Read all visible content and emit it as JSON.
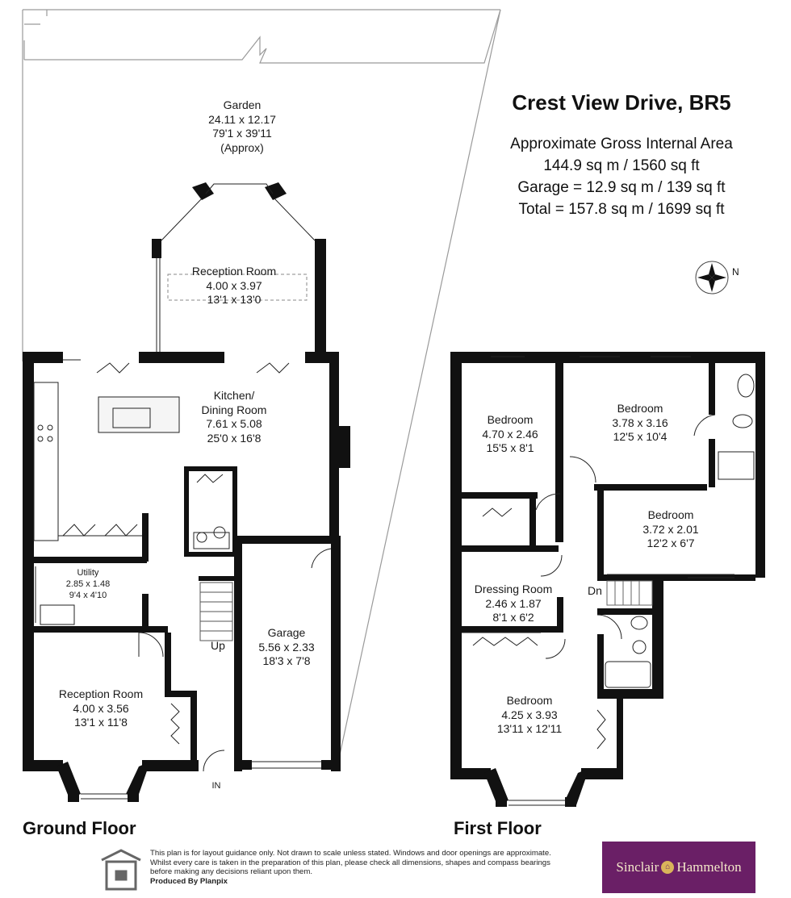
{
  "header": {
    "title": "Crest View Drive, BR5",
    "area_label": "Approximate Gross Internal Area",
    "area_value": "144.9 sq m / 1560 sq ft",
    "garage": "Garage =  12.9 sq m / 139 sq ft",
    "total": "Total = 157.8 sq m / 1699 sq ft"
  },
  "compass": {
    "north_label": "N"
  },
  "garden": {
    "name": "Garden",
    "metric": "24.11 x 12.17",
    "imperial": "79'1 x 39'11",
    "note": "(Approx)"
  },
  "ground_floor": {
    "label": "Ground Floor",
    "reception_rear": {
      "name": "Reception Room",
      "metric": "4.00 x 3.97",
      "imperial": "13'1 x 13'0"
    },
    "kitchen": {
      "name1": "Kitchen/",
      "name2": "Dining Room",
      "metric": "7.61 x 5.08",
      "imperial": "25'0 x 16'8"
    },
    "utility": {
      "name": "Utility",
      "metric": "2.85 x 1.48",
      "imperial": "9'4 x 4'10"
    },
    "garage": {
      "name": "Garage",
      "metric": "5.56 x 2.33",
      "imperial": "18'3 x 7'8"
    },
    "reception_front": {
      "name": "Reception Room",
      "metric": "4.00 x 3.56",
      "imperial": "13'1 x 11'8"
    },
    "stairs_label": "Up",
    "entrance_label": "IN"
  },
  "first_floor": {
    "label": "First Floor",
    "bedroom_a": {
      "name": "Bedroom",
      "metric": "4.70 x 2.46",
      "imperial": "15'5 x 8'1"
    },
    "bedroom_b": {
      "name": "Bedroom",
      "metric": "3.78 x 3.16",
      "imperial": "12'5 x 10'4"
    },
    "bedroom_c": {
      "name": "Bedroom",
      "metric": "3.72 x 2.01",
      "imperial": "12'2 x 6'7"
    },
    "dressing": {
      "name": "Dressing Room",
      "metric": "2.46 x 1.87",
      "imperial": "8'1 x 6'2"
    },
    "bedroom_d": {
      "name": "Bedroom",
      "metric": "4.25 x 3.93",
      "imperial": "13'11 x 12'11"
    },
    "stairs_label": "Dn"
  },
  "footer": {
    "disclaimer": "This plan is for layout guidance only. Not drawn to scale unless stated. Windows and door openings are approximate. Whilst every care is taken in the preparation of this plan, please check all dimensions, shapes and compass bearings before making any decisions reliant upon them.",
    "produced_by": "Produced By Planpix",
    "brand_left": "Sinclair",
    "brand_right": "Hammelton"
  }
}
